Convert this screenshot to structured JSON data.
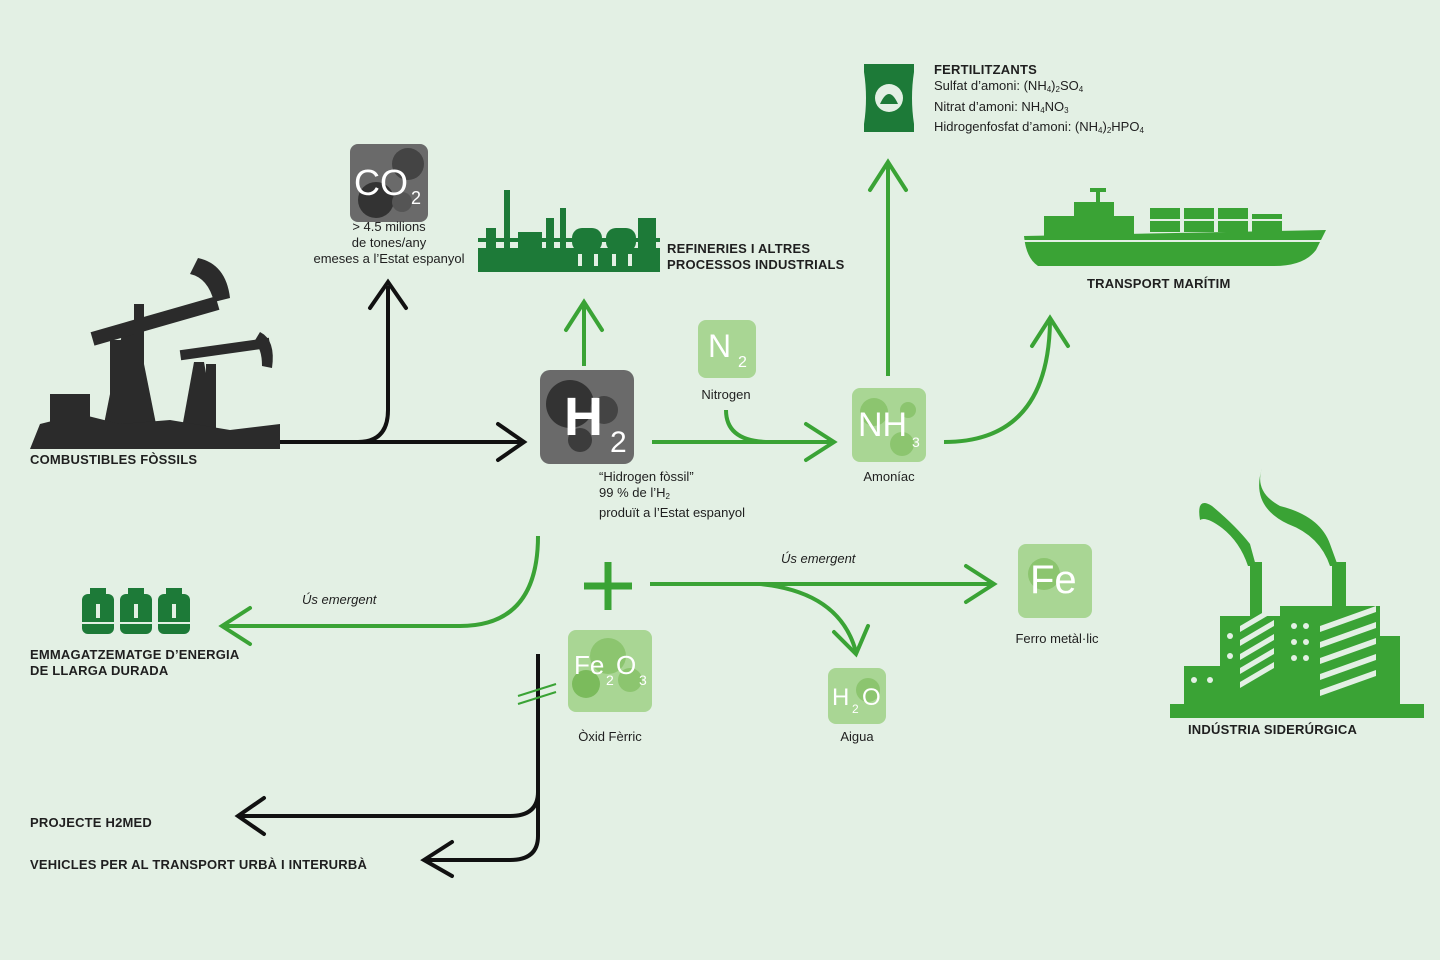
{
  "nodes": {
    "fossil": {
      "label": "COMBUSTIBLES FÒSSILS",
      "icon": "oil-pump-icon"
    },
    "co2": {
      "symbol": "CO",
      "subscript": "2",
      "line1": "> 4.5 milions",
      "line2": "de tones/any",
      "line3": "emeses a l’Estat espanyol"
    },
    "refineries": {
      "line1": "REFINERIES I ALTRES",
      "line2": "PROCESSOS INDUSTRIALS",
      "icon": "factory-icon"
    },
    "h2": {
      "symbol": "H",
      "subscript": "2",
      "line1": "“Hidrogen fòssil”",
      "line2_pre": "99 % de l’H",
      "line2_sub": "2",
      "line3": "produït a l’Estat espanyol"
    },
    "n2": {
      "symbol": "N",
      "subscript": "2",
      "label": "Nitrogen"
    },
    "nh3": {
      "symbol": "NH",
      "subscript": "3",
      "label": "Amoníac"
    },
    "fertilizers": {
      "title": "FERTILITZANTS",
      "l1_a": "Sulfat d’amoni: (NH",
      "l1_b": "4",
      "l1_c": ")",
      "l1_d": "2",
      "l1_e": "SO",
      "l1_f": "4",
      "l2_a": "Nitrat d’amoni: NH",
      "l2_b": "4",
      "l2_c": "NO",
      "l2_d": "3",
      "l3_a": "Hidrogenfosfat d’amoni: (NH",
      "l3_b": "4",
      "l3_c": ")",
      "l3_d": "2",
      "l3_e": "HPO",
      "l3_f": "4",
      "icon": "fertilizer-bag-icon"
    },
    "shipping": {
      "label": "TRANSPORT MARÍTIM",
      "icon": "cargo-ship-icon"
    },
    "storage": {
      "line1": "EMMAGATZEMATGE D’ENERGIA",
      "line2": "DE  LLARGA DURADA",
      "emergent": "Ús emergent",
      "icon": "storage-tanks-icon"
    },
    "fe2o3": {
      "symbol_a": "Fe",
      "sub_a": "2",
      "symbol_b": "O",
      "sub_b": "3",
      "label": "Òxid Fèrric"
    },
    "fe": {
      "symbol": "Fe",
      "label": "Ferro metàl·lic",
      "emergent": "Ús emergent"
    },
    "water": {
      "symbol_a": "H",
      "sub_a": "2",
      "symbol_b": "O",
      "label": "Aigua"
    },
    "steel": {
      "label": "INDÚSTRIA SIDERÚRGICA",
      "icon": "steel-plant-icon"
    },
    "h2med": {
      "label": "PROJECTE H2MED"
    },
    "vehicles": {
      "label": "VEHICLES PER AL TRANSPORT URBÀ I INTERURBÀ"
    },
    "plus": {
      "symbol": "+"
    }
  },
  "colors": {
    "background": "#e3f0e4",
    "green": "#3aa335",
    "dark_green": "#1d7a38",
    "black": "#111111",
    "tile_gray": "#6a6a6a",
    "tile_green": "#a9d694"
  }
}
